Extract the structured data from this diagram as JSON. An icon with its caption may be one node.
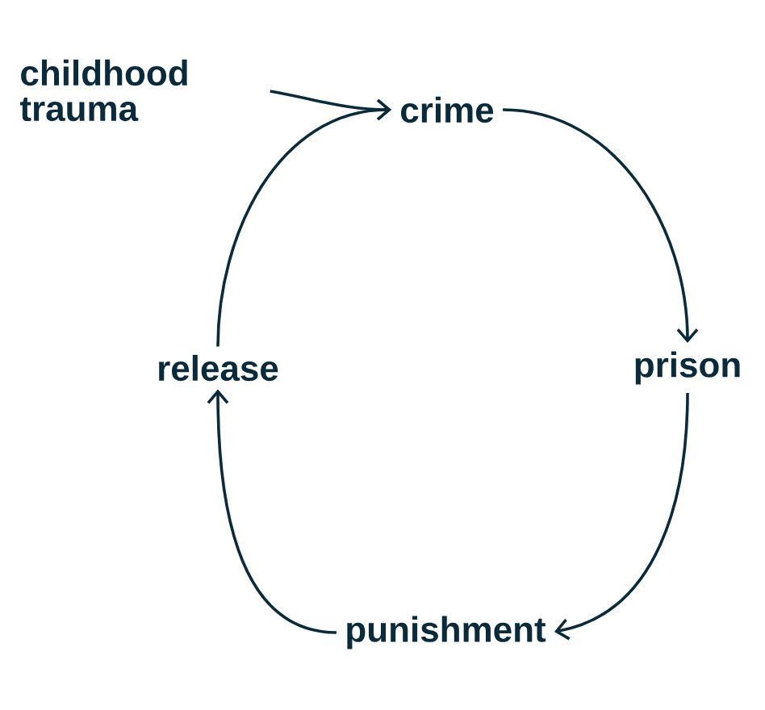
{
  "diagram": {
    "nodes": [
      {
        "text": [
          "childhood trauma"
        ]
      },
      {
        "text": [
          "crime"
        ]
      },
      {
        "text": [
          "prison"
        ]
      },
      {
        "text": [
          "punishment"
        ]
      },
      {
        "text": [
          "release"
        ]
      }
    ],
    "edges": [
      {
        "from": 0,
        "to": 1,
        "arrow": "to"
      },
      {
        "from": 1,
        "to": 2,
        "arrow": "to"
      },
      {
        "from": 2,
        "to": 3,
        "arrow": "to"
      },
      {
        "from": 3,
        "to": 4,
        "arrow": "to"
      },
      {
        "from": 4,
        "to": 1,
        "arrow": "to"
      }
    ]
  }
}
